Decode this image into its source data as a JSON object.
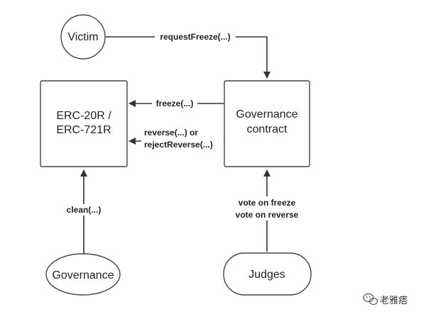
{
  "nodes": {
    "victim": "Victim",
    "erc_line1": "ERC-20R /",
    "erc_line2": "ERC-721R",
    "gov_contract_line1": "Governance",
    "gov_contract_line2": "contract",
    "governance": "Governance",
    "judges": "Judges"
  },
  "edges": {
    "request_freeze": "requestFreeze(...)",
    "freeze": "freeze(...)",
    "reverse_line1": "reverse(...) or",
    "reverse_line2": "rejectReverse(...)",
    "clean": "clean(...)",
    "vote_line1": "vote on freeze",
    "vote_line2": "vote on reverse"
  },
  "watermark": {
    "text": "老雅痞",
    "icon": "wechat-logo-icon"
  }
}
